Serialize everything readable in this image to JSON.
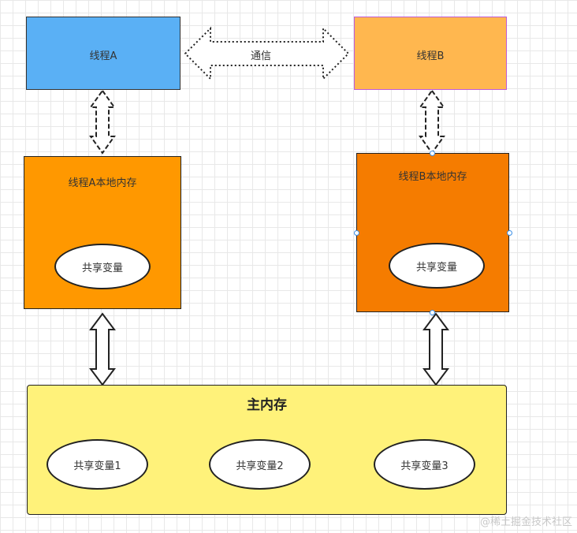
{
  "colors": {
    "thread_a": "#5ab0f5",
    "thread_b": "#ffb74f",
    "thread_b_border": "#c05ad6",
    "local_mem_a": "#ff9800",
    "local_mem_b": "#f57c00",
    "main_mem": "#fff27a"
  },
  "diagram": {
    "thread_a": {
      "label": "线程A"
    },
    "thread_b": {
      "label": "线程B"
    },
    "communication": {
      "label": "通信"
    },
    "local_mem_a": {
      "label": "线程A本地内存",
      "var": "共享变量"
    },
    "local_mem_b": {
      "label": "线程B本地内存",
      "var": "共享变量"
    },
    "main_memory": {
      "label": "主内存",
      "vars": [
        "共享变量1",
        "共享变量2",
        "共享变量3"
      ]
    }
  },
  "watermark": "@稀土掘金技术社区"
}
